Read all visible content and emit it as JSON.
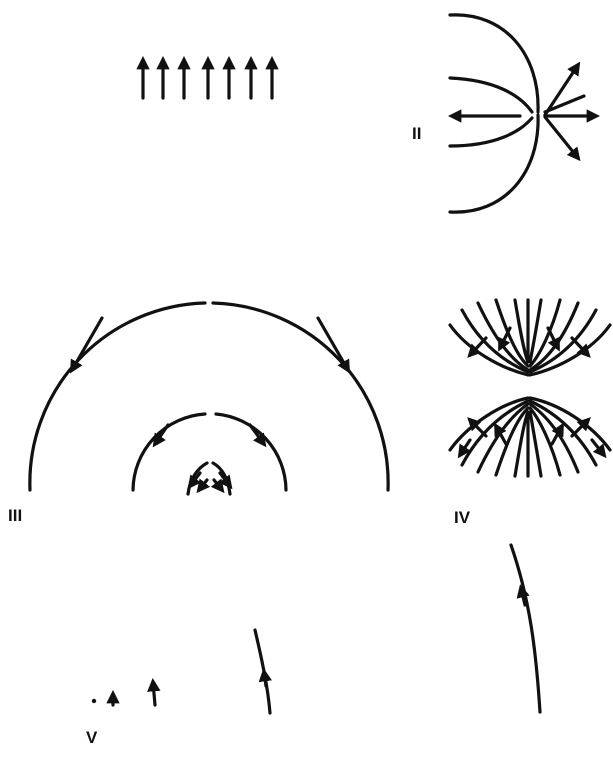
{
  "panels": [
    {
      "id": "I",
      "label": ""
    },
    {
      "id": "II",
      "label": "II"
    },
    {
      "id": "III",
      "label": "III"
    },
    {
      "id": "IV",
      "label": "IV"
    },
    {
      "id": "V",
      "label": "V"
    }
  ],
  "colors": {
    "ink": "#111111",
    "paper": "#ffffff"
  }
}
